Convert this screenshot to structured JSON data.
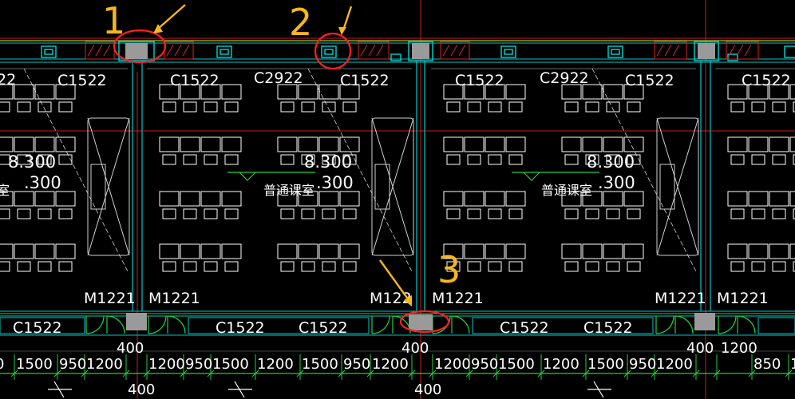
{
  "window_labels": {
    "c1522": "C1522",
    "c2922": "C2922",
    "partial": "22"
  },
  "door_labels": {
    "m1221": "M1221",
    "m122_partial": "M122"
  },
  "room": {
    "name": "普通课室",
    "partial_name": "室",
    "elev_main": "8.300",
    "elev_sub": ".300"
  },
  "dimensions": {
    "row": [
      "0",
      "1500",
      "950",
      "1200",
      "1200",
      "950",
      "1500",
      "1200",
      "1500",
      "950",
      "1200",
      "1200",
      "950",
      "1500",
      "1200",
      "1500",
      "950",
      "1200",
      "850",
      "1"
    ],
    "column_width": "400",
    "col_400_a": "400",
    "col_400_b": "400",
    "col_400_c": "400",
    "col_1200": "1200",
    "dim_400_lower_a": "400",
    "dim_400_lower_b": "400"
  },
  "annotations": {
    "a1": "1",
    "a2": "2",
    "a3": "3"
  },
  "colors": {
    "background": "#000000",
    "wall_line": "#00c8c8",
    "axis_line": "#c81e1e",
    "dim_line": "#20d040",
    "highlight": "#ff2020",
    "annotation": "#f6b61e",
    "column": "#9a9a9a"
  }
}
